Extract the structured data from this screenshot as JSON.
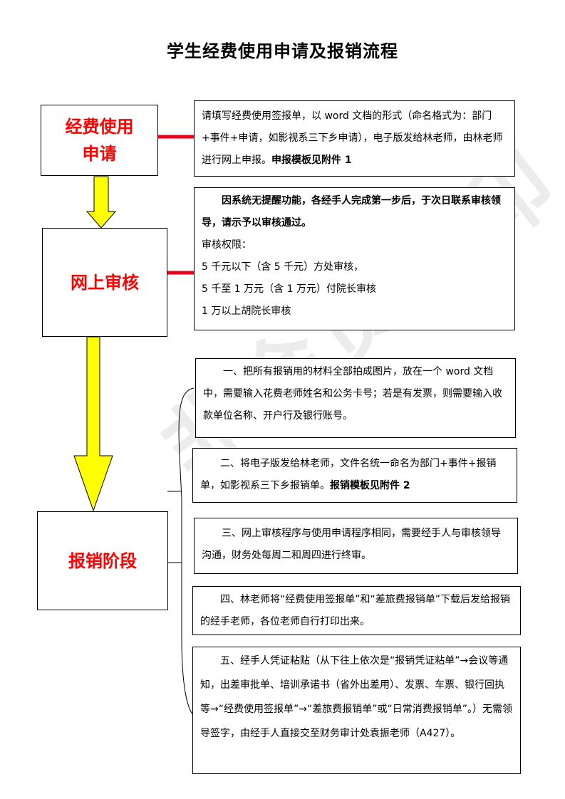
{
  "title": "学生经费使用申请及报销流程",
  "watermark": "非会员水印",
  "colors": {
    "stage_text": "#ff0000",
    "connector": "#e8001c",
    "arrow_fill": "#ffff00"
  },
  "stages": {
    "apply": {
      "line1": "经费使用",
      "line2": "申请"
    },
    "review": {
      "label": "网上审核"
    },
    "reimburse": {
      "label": "报销阶段"
    }
  },
  "apply_desc": {
    "text": "请填写经费使用签报单，以 word 文档的形式（命名格式为：部门+事件+申请，如影视系三下乡申请），电子版发给林老师，由林老师进行网上申报。",
    "bold": "申报模板见附件 1"
  },
  "review_desc": {
    "bold": "因系统无提醒功能，各经手人完成第一步后，于次日联系审核领导，请示予以审核通过。",
    "authority_title": "审核权限：",
    "items": [
      "5 千元以下（含 5 千元）方处审核，",
      "5 千至 1 万元（含 1 万元）付院长审核",
      "1 万以上胡院长审核"
    ]
  },
  "steps": [
    {
      "text": "一、把所有报销用的材料全部拍成图片，放在一个 word 文档中，需要输入花费老师姓名和公务卡号；若是有发票，则需要输入收款单位名称、开户行及银行账号。",
      "bold": ""
    },
    {
      "text": "二、将电子版发给林老师，文件名统一命名为部门+事件+报销单，如影视系三下乡报销单。",
      "bold": "报销模板见附件 2"
    },
    {
      "text": "三、网上审核程序与使用申请程序相同，需要经手人与审核领导沟通，财务处每周二和周四进行终审。",
      "bold": ""
    },
    {
      "text": "四、林老师将“经费使用签报单”和“差旅费报销单”下载后发给报销的经手老师，各位老师自行打印出来。",
      "bold": ""
    },
    {
      "text": "五、经手人凭证粘贴（从下往上依次是“报销凭证粘单”→会议等通知，出差审批单、培训承诺书（省外出差用）、发票、车票、银行回执等→“经费使用签报单”→“差旅费报销单”或“日常消费报销单”。）无需领导签字，由经手人直接交至财务审计处袁振老师（A427）。",
      "bold": ""
    }
  ]
}
